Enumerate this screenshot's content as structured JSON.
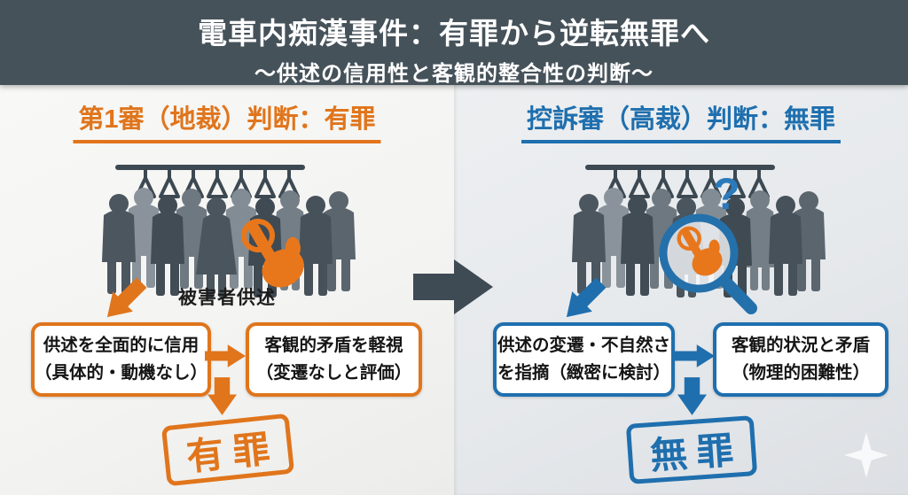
{
  "header": {
    "title": "電車内痴漢事件：有罪から逆転無罪へ",
    "subtitle": "～供述の信用性と客観的整合性の判断～"
  },
  "left": {
    "heading": "第1審（地裁）判断：有罪",
    "crowd_label": "被害者供述",
    "boxes": [
      {
        "lines": [
          "供述を全面的に信用",
          "（具体的・動機なし）"
        ]
      },
      {
        "lines": [
          "客観的矛盾を軽視",
          "（変遷なしと評価）"
        ]
      }
    ],
    "verdict": "有罪"
  },
  "right": {
    "heading": "控訴審（高裁）判断：無罪",
    "question_mark": "?",
    "boxes": [
      {
        "lines": [
          "供述の変遷・不自然さ",
          "を指摘（緻密に検討）"
        ]
      },
      {
        "lines": [
          "客観的状況と矛盾",
          "（物理的困難性）"
        ]
      }
    ],
    "verdict": "無罪"
  },
  "icons": {
    "sparkle": "four-pointed-star",
    "tap_hand": "groping-hand-touch",
    "magnifier": "magnifying-glass-scrutiny"
  },
  "colors": {
    "accent_orange": "#e0751c",
    "accent_blue": "#1f6fae",
    "header_bg": "#46525a",
    "arrow_dark": "#3f4b54"
  }
}
